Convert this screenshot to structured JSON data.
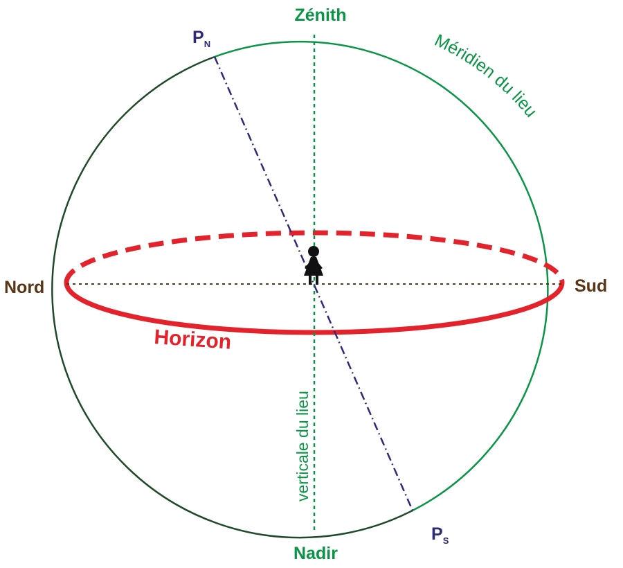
{
  "labels": {
    "zenith": "Zénith",
    "nadir": "Nadir",
    "north": "Nord",
    "south": "Sud",
    "horizon": "Horizon",
    "meridian": "Méridien du lieu",
    "vertical": "verticale du lieu",
    "pole_north_letter": "P",
    "pole_north_sub": "N",
    "pole_south_letter": "P",
    "pole_south_sub": "S"
  },
  "colors": {
    "green": "#0a9446",
    "dark_green": "#1e4a2a",
    "red": "#e3222b",
    "navy": "#2d2a7a",
    "brown": "#5a3414",
    "black": "#111111"
  },
  "icons": {
    "observer": "person-icon"
  }
}
